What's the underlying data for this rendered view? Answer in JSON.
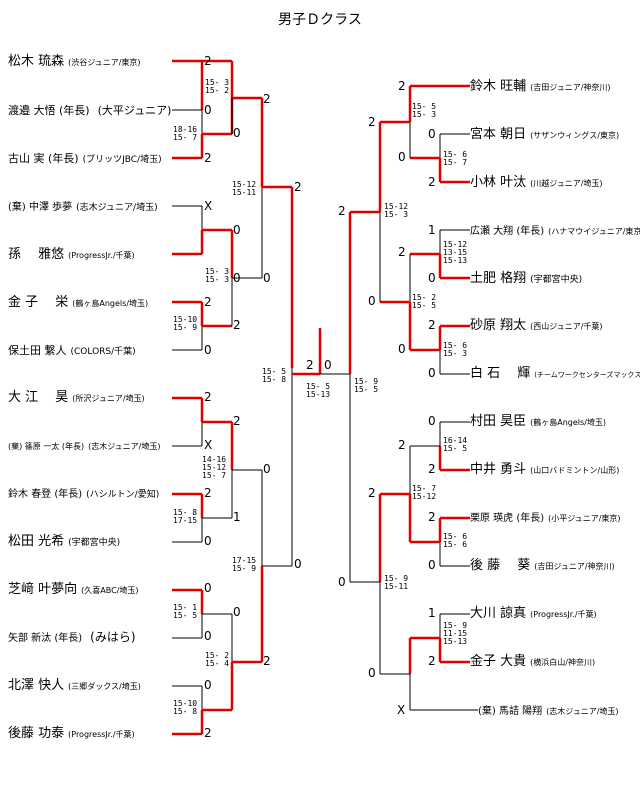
{
  "title": "男子Ｄクラス",
  "colors": {
    "win": "#e00000",
    "line": "#000000"
  },
  "left_players": [
    {
      "name": "松木 琉森",
      "affiliation": "(渋谷ジュニア/東京)"
    },
    {
      "name": "渡邉 大悟 (年長)",
      "affiliation": "(大平ジュニア)"
    },
    {
      "name": "古山 実 (年長)",
      "affiliation": "(ブリッツJBC/埼玉)"
    },
    {
      "name": "(棄) 中澤 歩夢",
      "affiliation": "(志木ジュニア/埼玉)"
    },
    {
      "name": "孫　 雅悠",
      "affiliation": "(ProgressJr./千葉)"
    },
    {
      "name": "金 子　 栄",
      "affiliation": "(鶴ヶ島Angels/埼玉)"
    },
    {
      "name": "保土田 繋人",
      "affiliation": "(COLORS/千葉)"
    },
    {
      "name": "大 江　 昊",
      "affiliation": "(所沢ジュニア/埼玉)"
    },
    {
      "name": "(棄) 篠原 一太 (年長)",
      "affiliation": "(志木ジュニア/埼玉)"
    },
    {
      "name": "鈴木 春登 (年長)",
      "affiliation": "(ハシルトン/愛知)"
    },
    {
      "name": "松田 光希",
      "affiliation": "(宇都宮中央)"
    },
    {
      "name": "芝﨑 叶夢向",
      "affiliation": "(久喜ABC/埼玉)"
    },
    {
      "name": "矢部 新汰 (年長)",
      "affiliation": "(みはら)"
    },
    {
      "name": "北澤 快人",
      "affiliation": "(三郷ダックス/埼玉)"
    },
    {
      "name": "後藤 功泰",
      "affiliation": "(ProgressJr./千葉)"
    }
  ],
  "right_players": [
    {
      "name": "鈴木 旺輔",
      "affiliation": "(吉田ジュニア/神奈川)"
    },
    {
      "name": "宮本 朝日",
      "affiliation": "(サザンウィングス/東京)"
    },
    {
      "name": "小林 叶汰",
      "affiliation": "(川越ジュニア/埼玉)"
    },
    {
      "name": "広瀬 大翔 (年長)",
      "affiliation": "(ハナマウイジュニア/東京)"
    },
    {
      "name": "土肥 格翔",
      "affiliation": "(宇都宮中央)"
    },
    {
      "name": "砂原 翔太",
      "affiliation": "(西山ジュニア/千葉)"
    },
    {
      "name": "白 石　 輝",
      "affiliation": "(チームワークセンターズマックス/埼玉)"
    },
    {
      "name": "村田 昊臣",
      "affiliation": "(鶴ヶ島Angels/埼玉)"
    },
    {
      "name": "中井 勇斗",
      "affiliation": "(山口バドミントン/山形)"
    },
    {
      "name": "栗原 瑛虎 (年長)",
      "affiliation": "(小平ジュニア/東京)"
    },
    {
      "name": "後 藤　 葵",
      "affiliation": "(吉田ジュニア/神奈川)"
    },
    {
      "name": "大川 諒真",
      "affiliation": "(ProgressJr./千葉)"
    },
    {
      "name": "金子 大貴",
      "affiliation": "(横浜白山/神奈川)"
    },
    {
      "name": "(棄) 馬詰 陽翔",
      "affiliation": "(志木ジュニア/埼玉)"
    }
  ],
  "results": {
    "l": [
      "2",
      "0",
      "2",
      "X",
      "0",
      "2",
      "0",
      "2",
      "X",
      "2",
      "0",
      "0",
      "0",
      "0",
      "2"
    ],
    "l_r1": [
      "0",
      "0",
      "2",
      "1",
      "0",
      "2"
    ],
    "l_r2": [
      "2",
      "0",
      "0",
      "2"
    ],
    "l_r3": [
      "2",
      "0"
    ],
    "final_left": "2",
    "final_right": "0",
    "r": [
      "2",
      "0",
      "2",
      "1",
      "0",
      "2",
      "0",
      "0",
      "2",
      "2",
      "0",
      "1",
      "2",
      "X"
    ],
    "r_r1": [
      "0",
      "2",
      "0",
      "2"
    ],
    "r_r2": [
      "2",
      "0",
      "2",
      "0"
    ],
    "r_r3": [
      "2",
      "0"
    ]
  },
  "scores": {
    "l_a": "15- 3\n15- 2",
    "l_b": "18-16\n15- 7",
    "l_c": "15-12\n15-11",
    "l_d": "15- 3\n15- 3",
    "l_e": "15-10\n15- 9",
    "l_f": "15- 5\n15- 8",
    "l_g": "14-16\n15-12\n15- 7",
    "l_h": "15- 8\n17-15",
    "l_i": "17-15\n15- 9",
    "l_j": "15- 1\n15- 5",
    "l_k": "15- 2\n15- 4",
    "l_l": "15-10\n15- 8",
    "final": "15- 5\n15-13",
    "r_final": "15- 9\n15- 5",
    "r_a": "15- 5\n15- 3",
    "r_b": "15- 6\n15- 7",
    "r_c": "15-12\n15- 3",
    "r_d": "15-12\n13-15\n15-13",
    "r_e": "15- 2\n15- 5",
    "r_f": "15- 6\n15- 3",
    "r_g": "16-14\n15- 5",
    "r_h": "15- 7\n15-12",
    "r_i": "15- 6\n15- 6",
    "r_j": "15- 9\n15-11",
    "r_k": "15- 9\n11-15\n15-13"
  }
}
